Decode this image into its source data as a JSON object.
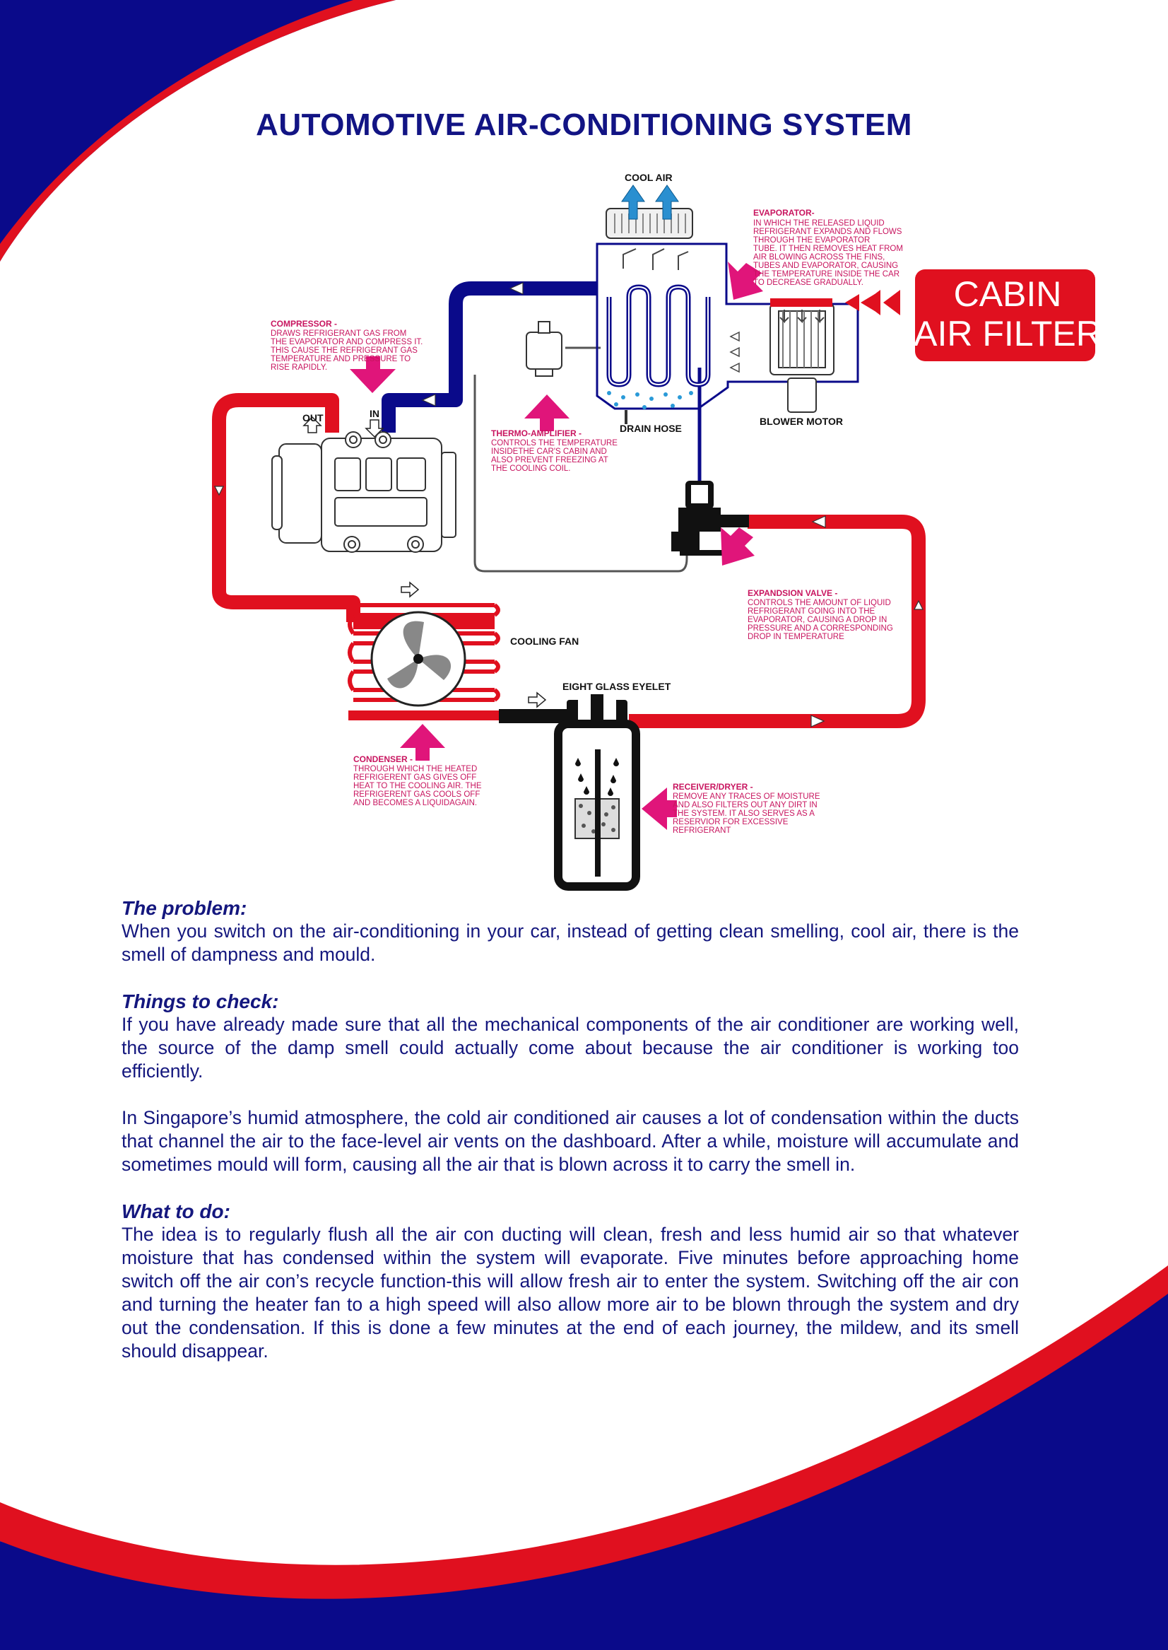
{
  "title": "AUTOMOTIVE AIR-CONDITIONING SYSTEM",
  "colors": {
    "navy": "#0a0a8a",
    "red": "#e0101f",
    "magenta": "#e0157a",
    "caption": "#c8155f",
    "text": "#14177e",
    "coolair": "#2a8fd0",
    "water": "#2a9ad8"
  },
  "badge": {
    "line1": "CABIN",
    "line2": "AIR FILTER"
  },
  "labels": {
    "cool_air": "COOL AIR",
    "drain_hose": "DRAIN HOSE",
    "blower_motor": "BLOWER MOTOR",
    "cooling_fan": "COOLING FAN",
    "sight_glass": "EIGHT GLASS EYELET",
    "out": "OUT",
    "in": "IN"
  },
  "captions": {
    "evaporator": {
      "title": "EVAPORATOR-",
      "lines": [
        "IN WHICH THE RELEASED LIQUID",
        "REFRIGERANT EXPANDS AND FLOWS",
        "THROUGH THE EVAPORATOR",
        "TUBE. IT THEN REMOVES HEAT FROM",
        "AIR BLOWING ACROSS THE FINS,",
        "TUBES AND EVAPORATOR, CAUSING",
        "THE TEMPERATURE INSIDE THE CAR",
        "TO DECREASE GRADUALLY."
      ]
    },
    "compressor": {
      "title": "COMPRESSOR -",
      "lines": [
        "DRAWS REFRIGERANT GAS FROM",
        "THE EVAPORATOR AND COMPRESS IT.",
        "THIS CAUSE THE REFRIGERANT GAS",
        "TEMPERATURE AND PRESSURE TO",
        "RISE RAPIDLY."
      ]
    },
    "thermo": {
      "title": "THERMO-AMPLIFIER -",
      "lines": [
        "CONTROLS THE TEMPERATURE",
        "INSIDETHE CAR'S CABIN AND",
        "ALSO PREVENT FREEZING AT",
        "THE COOLING COIL."
      ]
    },
    "expansion": {
      "title": "EXPANDSION VALVE -",
      "lines": [
        "CONTROLS THE AMOUNT OF LIQUID",
        "REFRIGERANT GOING INTO THE",
        "EVAPORATOR, CAUSING A DROP IN",
        "PRESSURE AND A CORRESPONDING",
        "DROP IN TEMPERATURE"
      ]
    },
    "condenser": {
      "title": "CONDENSER -",
      "lines": [
        "THROUGH WHICH THE HEATED",
        "REFRIGERENT GAS GIVES OFF",
        "HEAT TO THE COOLING AIR. THE",
        "REFRIGERENT GAS COOLS OFF",
        "AND BECOMES A LIQUIDAGAIN."
      ]
    },
    "receiver": {
      "title": "RECEIVER/DRYER -",
      "lines": [
        "REMOVE ANY TRACES OF MOISTURE",
        "AND ALSO FILTERS OUT ANY DIRT IN",
        "THE SYSTEM. IT ALSO SERVES AS A",
        "RESERVIOR FOR EXCESSIVE",
        "REFRIGERANT"
      ]
    }
  },
  "article": {
    "problem": {
      "heading": "The problem:",
      "paragraphs": [
        "When you switch on the air-conditioning in your car, instead of getting clean smelling, cool air, there is the smell of dampness and mould."
      ]
    },
    "check": {
      "heading": "Things to check:",
      "paragraphs": [
        "If you have already made sure that all the mechanical components of the air conditioner are working well, the source of the damp smell could actually come about because the air conditioner is working too efficiently.",
        "In Singapore’s humid atmosphere, the cold air conditioned air causes a lot of condensation within the ducts that channel the air to the face-level air vents on the dashboard. After a while, moisture will accumulate and sometimes mould will form, causing all the air that is blown across it to carry the smell in."
      ]
    },
    "todo": {
      "heading": "What to do:",
      "paragraphs": [
        "The idea is to regularly flush all the air con ducting will clean, fresh and less humid air so that whatever moisture that has condensed within the system will evaporate. Five minutes before approaching home switch off the air con’s recycle function-this will allow fresh air to enter the system. Switching off the air con and turning the heater fan to a high speed will also allow more air to be blown through the system and dry out the condensation. If this is done a few minutes at the end of each journey, the mildew, and its smell should disappear."
      ]
    }
  }
}
